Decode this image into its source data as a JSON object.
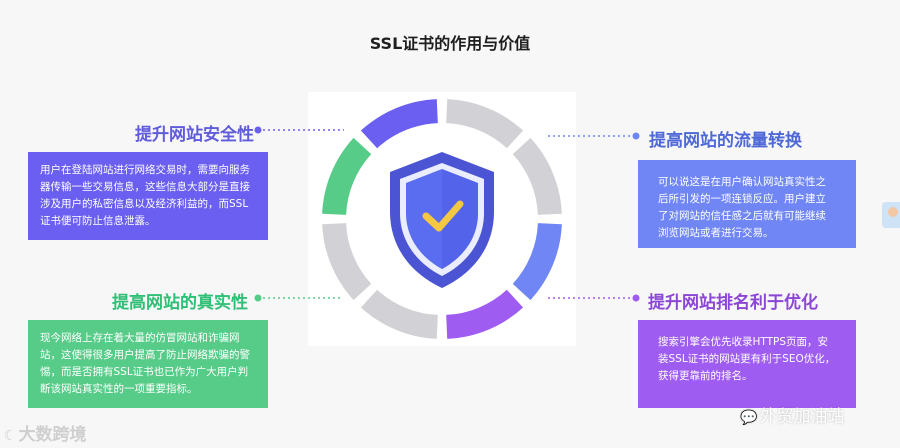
{
  "title": "SSL证书的作用与价值",
  "sections": {
    "top_left": {
      "heading": "提升网站安全性",
      "text": "用户在登陆网站进行网络交易时，需要向服务器传输一些交易信息，这些信息大部分是直接涉及用户的私密信息以及经济利益的，而SSL证书便可防止信息泄露。",
      "color": "#6a5ff0"
    },
    "top_right": {
      "heading": "提高网站的流量转换",
      "text": "可以说这是在用户确认网站真实性之后所引发的一项连锁反应。用户建立了对网站的信任感之后就有可能继续浏览网站或者进行交易。",
      "color": "#6f86f4"
    },
    "bottom_left": {
      "heading": "提高网站的真实性",
      "text": "现今网络上存在着大量的仿冒网站和诈骗网站，这使得很多用户提高了防止网络欺骗的警惕，而是否拥有SSL证书也已作为广大用户判断该网站真实性的一项重要指标。",
      "color": "#56cc88"
    },
    "bottom_right": {
      "heading": "提升网站排名利于优化",
      "text": "搜索引擎会优先收录HTTPS页面，安装SSL证书的网站更有利于SEO优化，获得更靠前的排名。",
      "color": "#9f5cf1"
    }
  },
  "watermarks": {
    "left": "大数跨境",
    "right": "外贸加油站"
  },
  "icons": {
    "center": "shield-check-icon",
    "watermark_left": "logo-icon",
    "watermark_right": "wechat-icon"
  }
}
